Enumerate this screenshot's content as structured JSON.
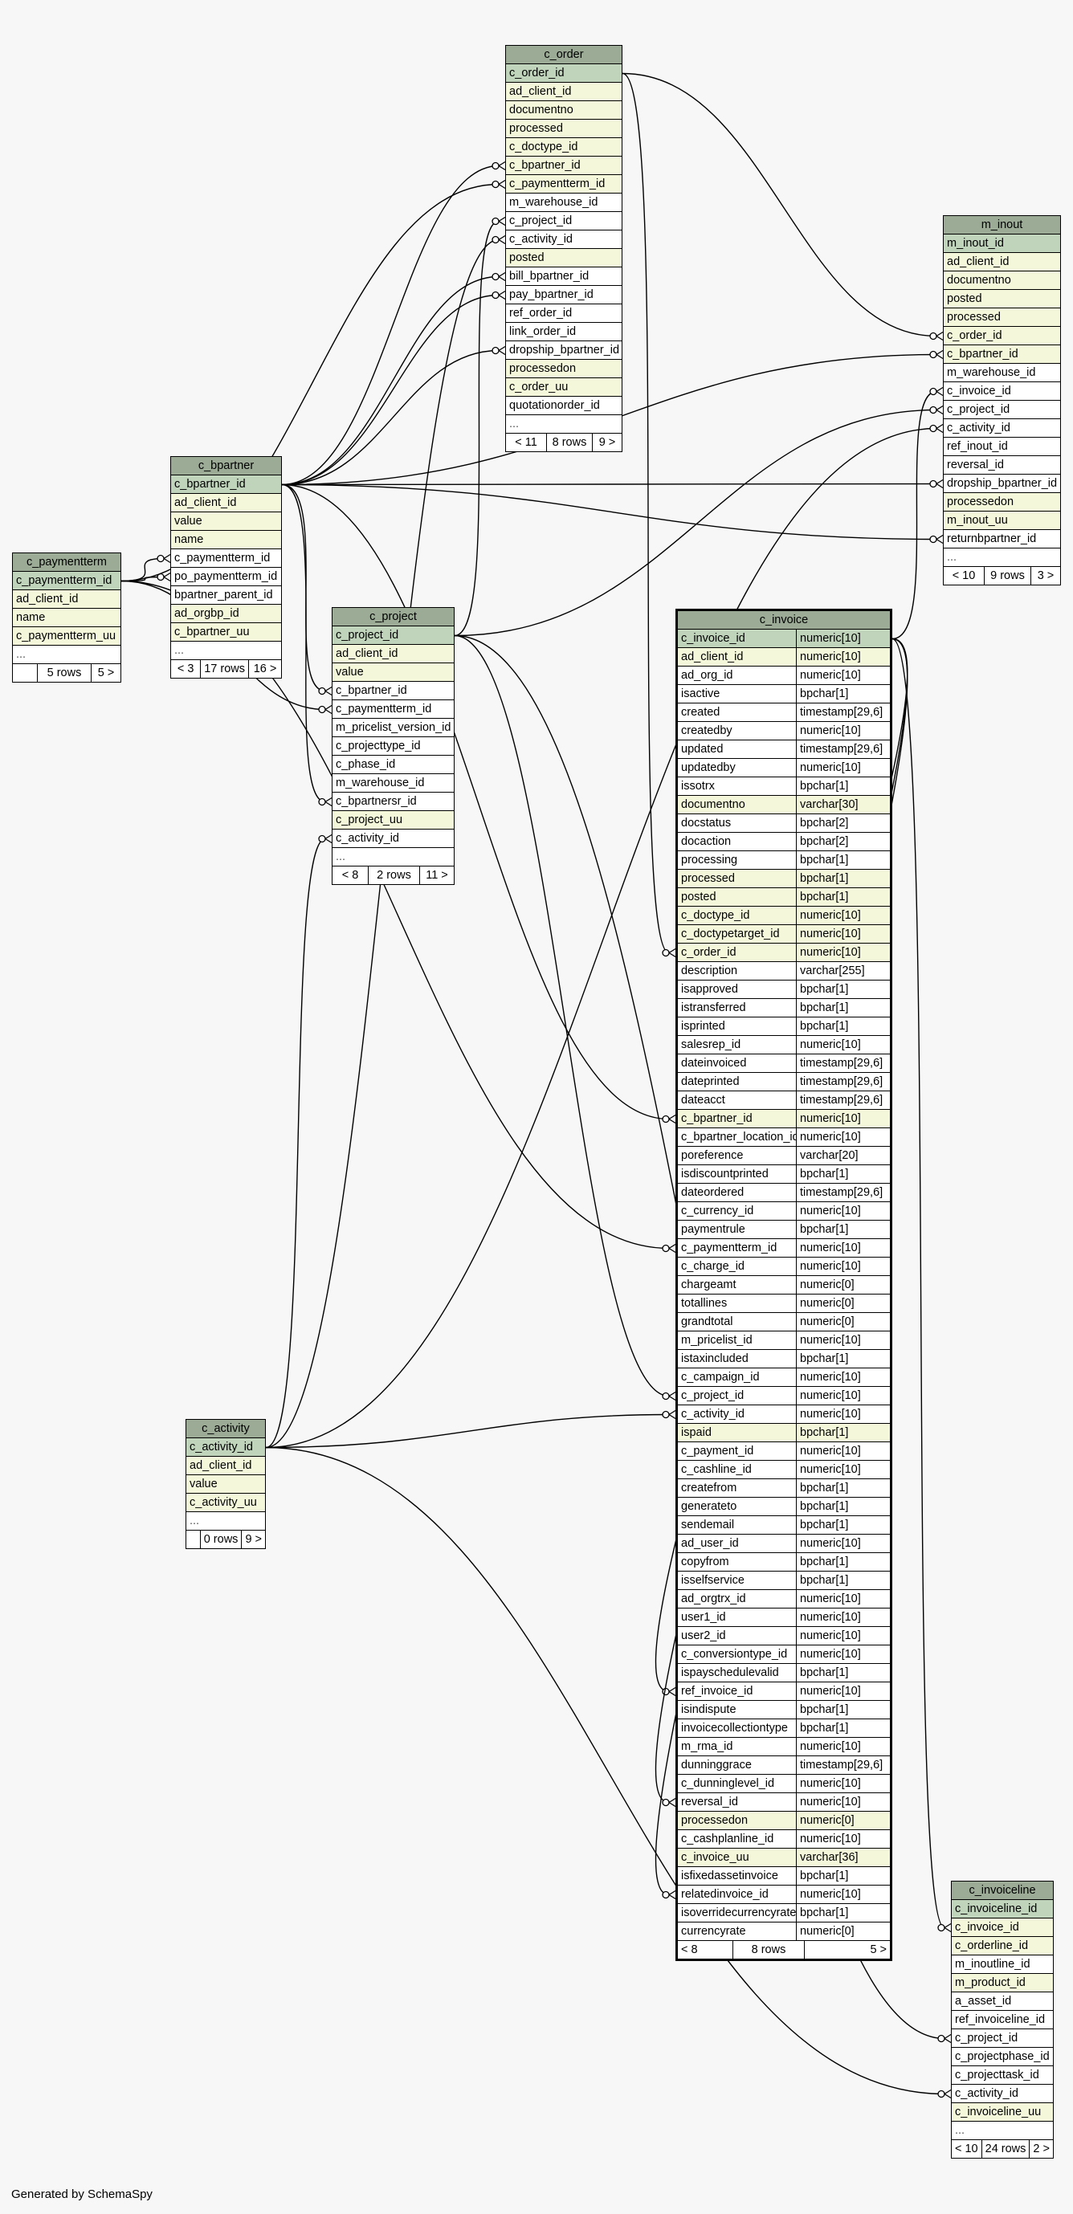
{
  "footer_note": "Generated by SchemaSpy",
  "tables": {
    "c_order": {
      "title": "c_order",
      "columns": [
        {
          "name": "c_order_id",
          "kind": "pk"
        },
        {
          "name": "ad_client_id",
          "kind": "fk"
        },
        {
          "name": "documentno",
          "kind": "fk"
        },
        {
          "name": "processed",
          "kind": "fk"
        },
        {
          "name": "c_doctype_id",
          "kind": "fk"
        },
        {
          "name": "c_bpartner_id",
          "kind": "fk"
        },
        {
          "name": "c_paymentterm_id",
          "kind": "fk"
        },
        {
          "name": "m_warehouse_id",
          "kind": "plain"
        },
        {
          "name": "c_project_id",
          "kind": "plain"
        },
        {
          "name": "c_activity_id",
          "kind": "plain"
        },
        {
          "name": "posted",
          "kind": "fk"
        },
        {
          "name": "bill_bpartner_id",
          "kind": "plain"
        },
        {
          "name": "pay_bpartner_id",
          "kind": "plain"
        },
        {
          "name": "ref_order_id",
          "kind": "plain"
        },
        {
          "name": "link_order_id",
          "kind": "plain"
        },
        {
          "name": "dropship_bpartner_id",
          "kind": "plain"
        },
        {
          "name": "processedon",
          "kind": "fk"
        },
        {
          "name": "c_order_uu",
          "kind": "fk"
        },
        {
          "name": "quotationorder_id",
          "kind": "plain"
        },
        {
          "name": "...",
          "kind": "dots"
        }
      ],
      "footer": [
        "< 11",
        "8 rows",
        "9 >"
      ]
    },
    "m_inout": {
      "title": "m_inout",
      "columns": [
        {
          "name": "m_inout_id",
          "kind": "pk"
        },
        {
          "name": "ad_client_id",
          "kind": "fk"
        },
        {
          "name": "documentno",
          "kind": "fk"
        },
        {
          "name": "posted",
          "kind": "fk"
        },
        {
          "name": "processed",
          "kind": "fk"
        },
        {
          "name": "c_order_id",
          "kind": "fk"
        },
        {
          "name": "c_bpartner_id",
          "kind": "fk"
        },
        {
          "name": "m_warehouse_id",
          "kind": "plain"
        },
        {
          "name": "c_invoice_id",
          "kind": "plain"
        },
        {
          "name": "c_project_id",
          "kind": "plain"
        },
        {
          "name": "c_activity_id",
          "kind": "plain"
        },
        {
          "name": "ref_inout_id",
          "kind": "plain"
        },
        {
          "name": "reversal_id",
          "kind": "plain"
        },
        {
          "name": "dropship_bpartner_id",
          "kind": "plain"
        },
        {
          "name": "processedon",
          "kind": "fk"
        },
        {
          "name": "m_inout_uu",
          "kind": "fk"
        },
        {
          "name": "returnbpartner_id",
          "kind": "plain"
        },
        {
          "name": "...",
          "kind": "dots"
        }
      ],
      "footer": [
        "< 10",
        "9 rows",
        "3 >"
      ]
    },
    "c_bpartner": {
      "title": "c_bpartner",
      "columns": [
        {
          "name": "c_bpartner_id",
          "kind": "pk"
        },
        {
          "name": "ad_client_id",
          "kind": "fk"
        },
        {
          "name": "value",
          "kind": "fk"
        },
        {
          "name": "name",
          "kind": "fk"
        },
        {
          "name": "c_paymentterm_id",
          "kind": "plain"
        },
        {
          "name": "po_paymentterm_id",
          "kind": "plain"
        },
        {
          "name": "bpartner_parent_id",
          "kind": "plain"
        },
        {
          "name": "ad_orgbp_id",
          "kind": "fk"
        },
        {
          "name": "c_bpartner_uu",
          "kind": "fk"
        },
        {
          "name": "...",
          "kind": "dots"
        }
      ],
      "footer": [
        "< 3",
        "17 rows",
        "16 >"
      ]
    },
    "c_paymentterm": {
      "title": "c_paymentterm",
      "columns": [
        {
          "name": "c_paymentterm_id",
          "kind": "pk"
        },
        {
          "name": "ad_client_id",
          "kind": "fk"
        },
        {
          "name": "name",
          "kind": "fk"
        },
        {
          "name": "c_paymentterm_uu",
          "kind": "fk"
        },
        {
          "name": "...",
          "kind": "dots"
        }
      ],
      "footer": [
        "",
        "5 rows",
        "5 >"
      ]
    },
    "c_project": {
      "title": "c_project",
      "columns": [
        {
          "name": "c_project_id",
          "kind": "pk"
        },
        {
          "name": "ad_client_id",
          "kind": "fk"
        },
        {
          "name": "value",
          "kind": "fk"
        },
        {
          "name": "c_bpartner_id",
          "kind": "plain"
        },
        {
          "name": "c_paymentterm_id",
          "kind": "plain"
        },
        {
          "name": "m_pricelist_version_id",
          "kind": "plain"
        },
        {
          "name": "c_projecttype_id",
          "kind": "plain"
        },
        {
          "name": "c_phase_id",
          "kind": "plain"
        },
        {
          "name": "m_warehouse_id",
          "kind": "plain"
        },
        {
          "name": "c_bpartnersr_id",
          "kind": "plain"
        },
        {
          "name": "c_project_uu",
          "kind": "fk"
        },
        {
          "name": "c_activity_id",
          "kind": "plain"
        },
        {
          "name": "...",
          "kind": "dots"
        }
      ],
      "footer": [
        "< 8",
        "2 rows",
        "11 >"
      ]
    },
    "c_activity": {
      "title": "c_activity",
      "columns": [
        {
          "name": "c_activity_id",
          "kind": "pk"
        },
        {
          "name": "ad_client_id",
          "kind": "fk"
        },
        {
          "name": "value",
          "kind": "fk"
        },
        {
          "name": "c_activity_uu",
          "kind": "fk"
        },
        {
          "name": "...",
          "kind": "dots"
        }
      ],
      "footer": [
        "",
        "0 rows",
        "9 >"
      ]
    },
    "c_invoice": {
      "title": "c_invoice",
      "columns": [
        {
          "name": "c_invoice_id",
          "type": "numeric[10]",
          "kind": "pk"
        },
        {
          "name": "ad_client_id",
          "type": "numeric[10]",
          "kind": "fk"
        },
        {
          "name": "ad_org_id",
          "type": "numeric[10]",
          "kind": "plain"
        },
        {
          "name": "isactive",
          "type": "bpchar[1]",
          "kind": "plain"
        },
        {
          "name": "created",
          "type": "timestamp[29,6]",
          "kind": "plain"
        },
        {
          "name": "createdby",
          "type": "numeric[10]",
          "kind": "plain"
        },
        {
          "name": "updated",
          "type": "timestamp[29,6]",
          "kind": "plain"
        },
        {
          "name": "updatedby",
          "type": "numeric[10]",
          "kind": "plain"
        },
        {
          "name": "issotrx",
          "type": "bpchar[1]",
          "kind": "plain"
        },
        {
          "name": "documentno",
          "type": "varchar[30]",
          "kind": "fk"
        },
        {
          "name": "docstatus",
          "type": "bpchar[2]",
          "kind": "plain"
        },
        {
          "name": "docaction",
          "type": "bpchar[2]",
          "kind": "plain"
        },
        {
          "name": "processing",
          "type": "bpchar[1]",
          "kind": "plain"
        },
        {
          "name": "processed",
          "type": "bpchar[1]",
          "kind": "fk"
        },
        {
          "name": "posted",
          "type": "bpchar[1]",
          "kind": "fk"
        },
        {
          "name": "c_doctype_id",
          "type": "numeric[10]",
          "kind": "fk"
        },
        {
          "name": "c_doctypetarget_id",
          "type": "numeric[10]",
          "kind": "fk"
        },
        {
          "name": "c_order_id",
          "type": "numeric[10]",
          "kind": "fk"
        },
        {
          "name": "description",
          "type": "varchar[255]",
          "kind": "plain"
        },
        {
          "name": "isapproved",
          "type": "bpchar[1]",
          "kind": "plain"
        },
        {
          "name": "istransferred",
          "type": "bpchar[1]",
          "kind": "plain"
        },
        {
          "name": "isprinted",
          "type": "bpchar[1]",
          "kind": "plain"
        },
        {
          "name": "salesrep_id",
          "type": "numeric[10]",
          "kind": "plain"
        },
        {
          "name": "dateinvoiced",
          "type": "timestamp[29,6]",
          "kind": "plain"
        },
        {
          "name": "dateprinted",
          "type": "timestamp[29,6]",
          "kind": "plain"
        },
        {
          "name": "dateacct",
          "type": "timestamp[29,6]",
          "kind": "plain"
        },
        {
          "name": "c_bpartner_id",
          "type": "numeric[10]",
          "kind": "fk"
        },
        {
          "name": "c_bpartner_location_id",
          "type": "numeric[10]",
          "kind": "plain"
        },
        {
          "name": "poreference",
          "type": "varchar[20]",
          "kind": "plain"
        },
        {
          "name": "isdiscountprinted",
          "type": "bpchar[1]",
          "kind": "plain"
        },
        {
          "name": "dateordered",
          "type": "timestamp[29,6]",
          "kind": "plain"
        },
        {
          "name": "c_currency_id",
          "type": "numeric[10]",
          "kind": "plain"
        },
        {
          "name": "paymentrule",
          "type": "bpchar[1]",
          "kind": "plain"
        },
        {
          "name": "c_paymentterm_id",
          "type": "numeric[10]",
          "kind": "plain"
        },
        {
          "name": "c_charge_id",
          "type": "numeric[10]",
          "kind": "plain"
        },
        {
          "name": "chargeamt",
          "type": "numeric[0]",
          "kind": "plain"
        },
        {
          "name": "totallines",
          "type": "numeric[0]",
          "kind": "plain"
        },
        {
          "name": "grandtotal",
          "type": "numeric[0]",
          "kind": "plain"
        },
        {
          "name": "m_pricelist_id",
          "type": "numeric[10]",
          "kind": "plain"
        },
        {
          "name": "istaxincluded",
          "type": "bpchar[1]",
          "kind": "plain"
        },
        {
          "name": "c_campaign_id",
          "type": "numeric[10]",
          "kind": "plain"
        },
        {
          "name": "c_project_id",
          "type": "numeric[10]",
          "kind": "plain"
        },
        {
          "name": "c_activity_id",
          "type": "numeric[10]",
          "kind": "plain"
        },
        {
          "name": "ispaid",
          "type": "bpchar[1]",
          "kind": "fk"
        },
        {
          "name": "c_payment_id",
          "type": "numeric[10]",
          "kind": "plain"
        },
        {
          "name": "c_cashline_id",
          "type": "numeric[10]",
          "kind": "plain"
        },
        {
          "name": "createfrom",
          "type": "bpchar[1]",
          "kind": "plain"
        },
        {
          "name": "generateto",
          "type": "bpchar[1]",
          "kind": "plain"
        },
        {
          "name": "sendemail",
          "type": "bpchar[1]",
          "kind": "plain"
        },
        {
          "name": "ad_user_id",
          "type": "numeric[10]",
          "kind": "plain"
        },
        {
          "name": "copyfrom",
          "type": "bpchar[1]",
          "kind": "plain"
        },
        {
          "name": "isselfservice",
          "type": "bpchar[1]",
          "kind": "plain"
        },
        {
          "name": "ad_orgtrx_id",
          "type": "numeric[10]",
          "kind": "plain"
        },
        {
          "name": "user1_id",
          "type": "numeric[10]",
          "kind": "plain"
        },
        {
          "name": "user2_id",
          "type": "numeric[10]",
          "kind": "plain"
        },
        {
          "name": "c_conversiontype_id",
          "type": "numeric[10]",
          "kind": "plain"
        },
        {
          "name": "ispayschedulevalid",
          "type": "bpchar[1]",
          "kind": "plain"
        },
        {
          "name": "ref_invoice_id",
          "type": "numeric[10]",
          "kind": "plain"
        },
        {
          "name": "isindispute",
          "type": "bpchar[1]",
          "kind": "plain"
        },
        {
          "name": "invoicecollectiontype",
          "type": "bpchar[1]",
          "kind": "plain"
        },
        {
          "name": "m_rma_id",
          "type": "numeric[10]",
          "kind": "plain"
        },
        {
          "name": "dunninggrace",
          "type": "timestamp[29,6]",
          "kind": "plain"
        },
        {
          "name": "c_dunninglevel_id",
          "type": "numeric[10]",
          "kind": "plain"
        },
        {
          "name": "reversal_id",
          "type": "numeric[10]",
          "kind": "plain"
        },
        {
          "name": "processedon",
          "type": "numeric[0]",
          "kind": "fk"
        },
        {
          "name": "c_cashplanline_id",
          "type": "numeric[10]",
          "kind": "plain"
        },
        {
          "name": "c_invoice_uu",
          "type": "varchar[36]",
          "kind": "fk"
        },
        {
          "name": "isfixedassetinvoice",
          "type": "bpchar[1]",
          "kind": "plain"
        },
        {
          "name": "relatedinvoice_id",
          "type": "numeric[10]",
          "kind": "plain"
        },
        {
          "name": "isoverridecurrencyrate",
          "type": "bpchar[1]",
          "kind": "plain"
        },
        {
          "name": "currencyrate",
          "type": "numeric[0]",
          "kind": "plain"
        }
      ],
      "footer": [
        "< 8",
        "8 rows",
        "5 >"
      ]
    },
    "c_invoiceline": {
      "title": "c_invoiceline",
      "columns": [
        {
          "name": "c_invoiceline_id",
          "kind": "pk"
        },
        {
          "name": "c_invoice_id",
          "kind": "fk"
        },
        {
          "name": "c_orderline_id",
          "kind": "fk"
        },
        {
          "name": "m_inoutline_id",
          "kind": "plain"
        },
        {
          "name": "m_product_id",
          "kind": "fk"
        },
        {
          "name": "a_asset_id",
          "kind": "plain"
        },
        {
          "name": "ref_invoiceline_id",
          "kind": "plain"
        },
        {
          "name": "c_project_id",
          "kind": "plain"
        },
        {
          "name": "c_projectphase_id",
          "kind": "plain"
        },
        {
          "name": "c_projecttask_id",
          "kind": "plain"
        },
        {
          "name": "c_activity_id",
          "kind": "plain"
        },
        {
          "name": "c_invoiceline_uu",
          "kind": "fk"
        },
        {
          "name": "...",
          "kind": "dots"
        }
      ],
      "footer": [
        "< 10",
        "24 rows",
        "2 >"
      ]
    }
  }
}
